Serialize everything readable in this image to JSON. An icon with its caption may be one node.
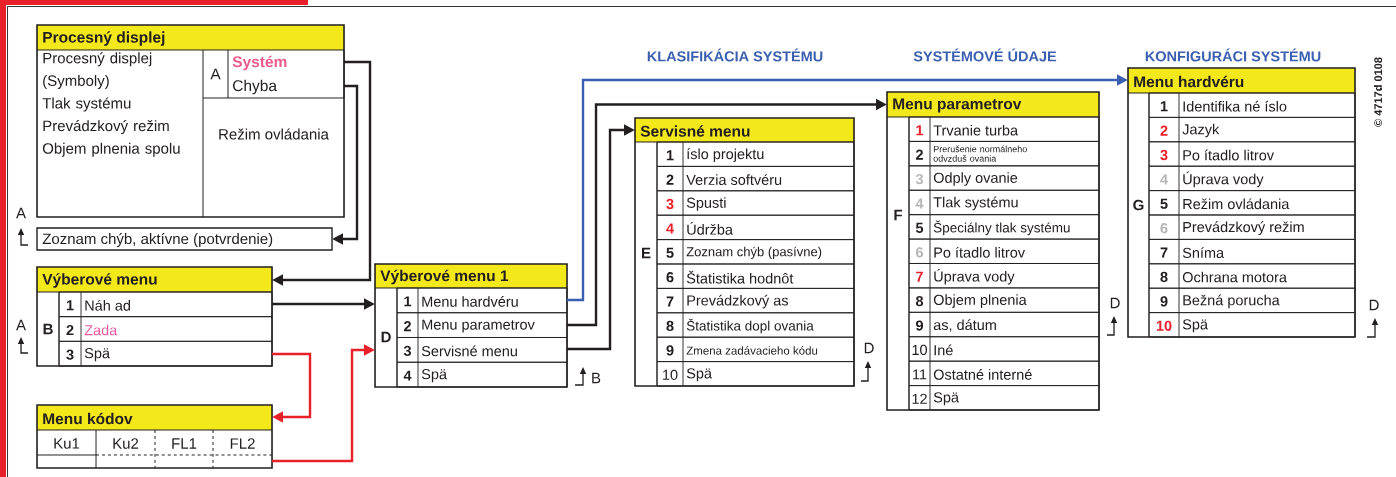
{
  "diagram": {
    "nodes": [
      {
        "text": [
          "Procesný displej"
        ]
      },
      {
        "text": [
          "Procesný displej (Symboly)",
          "Tlak systému",
          "Prevádzkový režim",
          "Objem plnenia spolu"
        ],
        "in": 0
      },
      {
        "text": [
          "Systém"
        ],
        "in": 0
      },
      {
        "text": [
          "Chyba"
        ],
        "in": 0
      },
      {
        "text": [
          "Režim ovládania"
        ],
        "in": 0
      },
      {
        "text": [
          "Zoznam chýb, aktívne (potvrdenie)"
        ]
      },
      {
        "text": [
          "Výberové menu",
          "B"
        ]
      },
      {
        "text": [
          "1",
          "Náh ad"
        ],
        "in": 6
      },
      {
        "text": [
          "2",
          "Zada"
        ],
        "in": 6
      },
      {
        "text": [
          "3",
          "Spä"
        ],
        "in": 6
      },
      {
        "text": [
          "Menu kódov"
        ]
      },
      {
        "text": [
          "Ku1"
        ],
        "in": 10
      },
      {
        "text": [
          "Ku2"
        ],
        "in": 10
      },
      {
        "text": [
          "FL1"
        ],
        "in": 10
      },
      {
        "text": [
          "FL2"
        ],
        "in": 10
      },
      {
        "text": [
          "Výberové menu 1",
          "D"
        ]
      },
      {
        "text": [
          "1",
          "Menu hardvéru"
        ],
        "in": 15
      },
      {
        "text": [
          "2",
          "Menu parametrov"
        ],
        "in": 15
      },
      {
        "text": [
          "3",
          "Servisné menu"
        ],
        "in": 15
      },
      {
        "text": [
          "4",
          "Spä"
        ],
        "in": 15
      },
      {
        "text": [
          "Servisné menu",
          "E"
        ]
      },
      {
        "text": [
          "1",
          "íslo projektu"
        ],
        "in": 20
      },
      {
        "text": [
          "2",
          "Verzia softvéru"
        ],
        "in": 20
      },
      {
        "text": [
          "3",
          "Spusti"
        ],
        "in": 20
      },
      {
        "text": [
          "4",
          "Údržba"
        ],
        "in": 20
      },
      {
        "text": [
          "5",
          "Zoznam chýb (pasívne)"
        ],
        "in": 20
      },
      {
        "text": [
          "6",
          "Štatistika hodnôt"
        ],
        "in": 20
      },
      {
        "text": [
          "7",
          "Prevádzkový as"
        ],
        "in": 20
      },
      {
        "text": [
          "8",
          "Štatistika dopl ovania"
        ],
        "in": 20
      },
      {
        "text": [
          "9",
          "Zmena zadávacieho kódu"
        ],
        "in": 20
      },
      {
        "text": [
          "10",
          "Spä"
        ],
        "in": 20
      },
      {
        "text": [
          "Menu parametrov",
          "F"
        ]
      },
      {
        "text": [
          "1",
          "Trvanie turba"
        ],
        "in": 31
      },
      {
        "text": [
          "2",
          "Prerušenie normálneho odvzduš ovania"
        ],
        "in": 31
      },
      {
        "text": [
          "3",
          "Odply ovanie"
        ],
        "in": 31
      },
      {
        "text": [
          "4",
          "Tlak systému"
        ],
        "in": 31
      },
      {
        "text": [
          "5",
          "Špeciálny tlak systému"
        ],
        "in": 31
      },
      {
        "text": [
          "6",
          "Po ítadlo litrov"
        ],
        "in": 31
      },
      {
        "text": [
          "7",
          "Úprava vody"
        ],
        "in": 31
      },
      {
        "text": [
          "8",
          "Objem plnenia"
        ],
        "in": 31
      },
      {
        "text": [
          "9",
          "as, dátum"
        ],
        "in": 31
      },
      {
        "text": [
          "10",
          "Iné"
        ],
        "in": 31
      },
      {
        "text": [
          "11",
          "Ostatné interné"
        ],
        "in": 31
      },
      {
        "text": [
          "12",
          "Spä"
        ],
        "in": 31
      },
      {
        "text": [
          "Menu hardvéru",
          "G"
        ]
      },
      {
        "text": [
          "1",
          "Identifika né íslo"
        ],
        "in": 44
      },
      {
        "text": [
          "2",
          "Jazyk"
        ],
        "in": 44
      },
      {
        "text": [
          "3",
          "Po ítadlo litrov"
        ],
        "in": 44
      },
      {
        "text": [
          "4",
          "Úprava vody"
        ],
        "in": 44
      },
      {
        "text": [
          "5",
          "Režim ovládania"
        ],
        "in": 44
      },
      {
        "text": [
          "6",
          "Prevádzkový režim"
        ],
        "in": 44
      },
      {
        "text": [
          "7",
          "Sníma"
        ],
        "in": 44
      },
      {
        "text": [
          "8",
          "Ochrana motora"
        ],
        "in": 44
      },
      {
        "text": [
          "9",
          "Bežná porucha"
        ],
        "in": 44
      },
      {
        "text": [
          "10",
          "Spä"
        ],
        "in": 44
      }
    ],
    "edges": [
      {
        "from": 2,
        "to": 6,
        "arrow": "to"
      },
      {
        "from": 3,
        "to": 5,
        "arrow": "to"
      },
      {
        "from": 7,
        "to": 15,
        "arrow": "to"
      },
      {
        "from": 9,
        "to": 10,
        "arrow": "to",
        "color": "#e8202a"
      },
      {
        "from": 10,
        "to": 15,
        "arrow": "to",
        "color": "#e8202a"
      },
      {
        "from": 16,
        "to": 44,
        "arrow": "to",
        "color": "#3a5fb0"
      },
      {
        "from": 17,
        "to": 31,
        "arrow": "to"
      },
      {
        "from": 18,
        "to": 20,
        "arrow": "to"
      }
    ],
    "labels": [
      "KLASIFIKÁCIA SYSTÉMU",
      "SYSTÉMOVÉ ÚDAJE",
      "KONFIGURÁCI SYSTÉMU",
      "© 4717d 0108",
      "A",
      "A",
      "D",
      "D",
      "A",
      "D",
      "B"
    ]
  }
}
